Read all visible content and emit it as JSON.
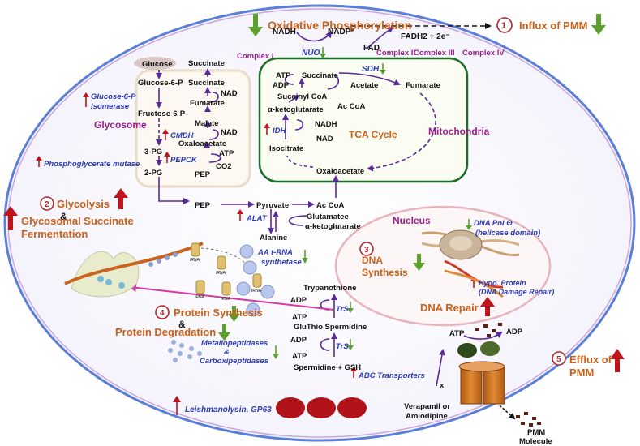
{
  "colors": {
    "arrow": "#5a2a9a",
    "up": "#c0141c",
    "down": "#5aa02c",
    "process": "#c8601a",
    "organelle": "#9a1f8e",
    "enzyme": "#2a3bb5"
  },
  "header": {
    "oxphos": "Oxidative Phosphorylation",
    "complex1": "Complex I",
    "complex2": "Complex II",
    "complex3": "Complex III",
    "complex4": "Complex IV",
    "nuo": "NUO",
    "sdh": "SDH",
    "nadh": "NADH",
    "nadp": "NADP⁺",
    "fad": "FAD",
    "fadh2": "FADH2 + 2e⁻"
  },
  "points": [
    {
      "num": "1",
      "label": "Influx of PMM"
    },
    {
      "num": "2",
      "label": "Glycolysis",
      "amp": "&",
      "label2": "Glycosomal Succinate",
      "label3": "Fermentation"
    },
    {
      "num": "3",
      "label": "DNA",
      "label2": "Synthesis"
    },
    {
      "num": "4",
      "label": "Protein Synthesis",
      "amp": "&",
      "label2": "Protein Degradation"
    },
    {
      "num": "5",
      "label": "Efflux of",
      "label2": "PMM"
    }
  ],
  "glycosome": {
    "title": "Glycosome",
    "glucose": "Glucose",
    "glucose6p": "Glucose-6-P",
    "fructose6p": "Fructose-6-P",
    "pg3": "3-PG",
    "pg2": "2-PG",
    "pep": "PEP",
    "succinate_top": "Succinate",
    "succinate": "Succinate",
    "nad1": "NAD",
    "fumarate": "Fumarate",
    "malate": "Malate",
    "nad2": "NAD",
    "oxaloacetate": "Oxaloacetate",
    "atp": "ATP",
    "co2": "CO2",
    "pep_inner": "PEP",
    "enzyme_g6pi_1": "Glucose-6-P",
    "enzyme_g6pi_2": "Isomerase",
    "enzyme_cmdh": "CMDH",
    "enzyme_pepck": "PEPCK",
    "enzyme_pgm": "Phosphoglycerate mutase"
  },
  "tca": {
    "title": "TCA Cycle",
    "atp": "ATP",
    "adp": "ADP",
    "succinate": "Succinate",
    "succinyl_coa": "Succinyl CoA",
    "acetate": "Acetate",
    "ac_coa": "Ac CoA",
    "fumarate": "Fumarate",
    "a_kg": "α-ketoglutarate",
    "nadh": "NADH",
    "nad": "NAD",
    "idh": "IDH",
    "isocitrate": "Isocitrate",
    "oxaloacetate": "Oxaloacetate",
    "mitochondria": "Mitochondria"
  },
  "cytosol": {
    "pep": "PEP",
    "pyruvate": "Pyruvate",
    "ac_coa": "Ac CoA",
    "glutamate": "Glutamatee",
    "a_kg": "α-ketoglutarate",
    "alanine": "Alanine",
    "alat": "ALAT"
  },
  "nucleus": {
    "title": "Nucleus",
    "dna_pol_1": "DNA Pol  Θ",
    "dna_pol_2": "(helicase domain)",
    "hypo_1": "Hypo. Protein",
    "hypo_2": "(DNA Damage Repair)",
    "repair": "DNA Repair"
  },
  "protein": {
    "aatrna_1": "AA t-RNA",
    "aatrna_2": "synthetase",
    "metallo_1": "Metallopeptidases",
    "metallo_amp": "&",
    "metallo_2": "Carboxipeptidases",
    "trypanothione": "Trypanothione",
    "adp1": "ADP",
    "atp1": "ATP",
    "trs1": "TrS",
    "gluthio": "GluThio Spermidine",
    "adp2": "ADP",
    "atp2": "ATP",
    "trs2": "TrS",
    "spermidine": "Spermidine + GSH",
    "trna_labels": [
      "tRNA",
      "tRNA",
      "tRNA",
      "tRNA",
      "tRNA"
    ]
  },
  "transport": {
    "atp": "ATP",
    "adp": "ADP",
    "abc": "ABC Transporters",
    "x": "x",
    "drug_1": "Verapamil or",
    "drug_2": "Amlodipine",
    "pmm_1": "PMM",
    "pmm_2": "Molecule"
  },
  "footer": {
    "leish": "Leishmanolysin, GP63"
  }
}
